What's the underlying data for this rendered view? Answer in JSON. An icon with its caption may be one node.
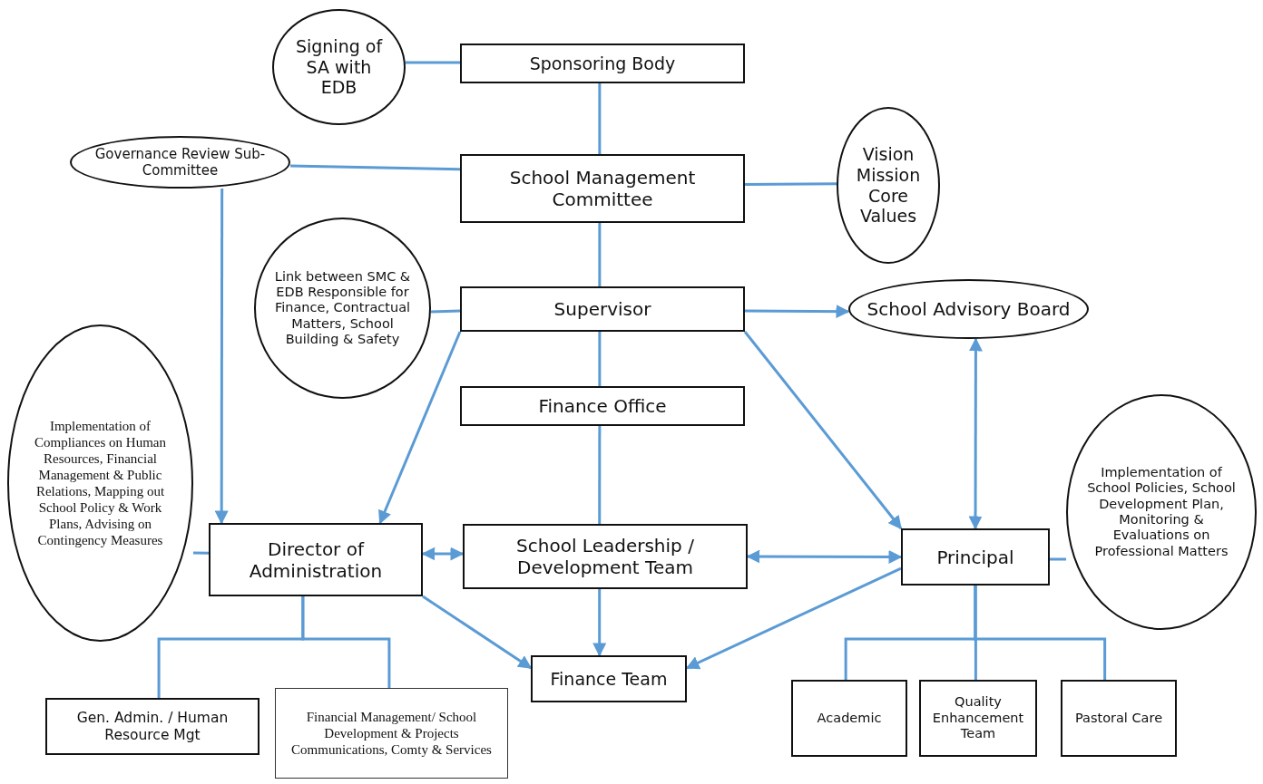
{
  "diagram": {
    "nodes": [
      {
        "text": [
          "Signing of SA with EDB"
        ]
      },
      {
        "text": [
          "Sponsoring Body"
        ]
      },
      {
        "text": [
          "Governance Review Sub-Committee"
        ]
      },
      {
        "text": [
          "School Management Committee"
        ]
      },
      {
        "text": [
          "Vision Mission Core Values"
        ]
      },
      {
        "text": [
          "Link between SMC & EDB Responsible for Finance, Contractual Matters, School Building & Safety"
        ]
      },
      {
        "text": [
          "Supervisor"
        ]
      },
      {
        "text": [
          "School Advisory Board"
        ]
      },
      {
        "text": [
          "Implementation of Compliances on Human Resources, Financial Management & Public Relations, Mapping out School Policy & Work Plans, Advising on Contingency Measures"
        ]
      },
      {
        "text": [
          "Finance Office"
        ]
      },
      {
        "text": [
          "Implementation of School Policies, School Development Plan, Monitoring & Evaluations on Professional Matters"
        ]
      },
      {
        "text": [
          "Director of Administration"
        ]
      },
      {
        "text": [
          "School Leadership / Development Team"
        ]
      },
      {
        "text": [
          "Principal"
        ]
      },
      {
        "text": [
          "Finance Team"
        ]
      },
      {
        "text": [
          "Gen. Admin. / Human Resource Mgt"
        ]
      },
      {
        "text": [
          "Financial Management/ School Development & Projects Communications, Comty & Services"
        ]
      },
      {
        "text": [
          "Academic"
        ]
      },
      {
        "text": [
          "Quality Enhancement Team"
        ]
      },
      {
        "text": [
          "Pastoral Care"
        ]
      }
    ],
    "edges": [
      {
        "from": 0,
        "to": 1,
        "arrow": "none"
      },
      {
        "from": 1,
        "to": 3,
        "arrow": "none"
      },
      {
        "from": 2,
        "to": 3,
        "arrow": "none"
      },
      {
        "from": 3,
        "to": 4,
        "arrow": "none"
      },
      {
        "from": 3,
        "to": 6,
        "arrow": "none"
      },
      {
        "from": 5,
        "to": 6,
        "arrow": "none"
      },
      {
        "from": 6,
        "to": 7,
        "arrow": "to"
      },
      {
        "from": 6,
        "to": 9,
        "arrow": "none"
      },
      {
        "from": 9,
        "to": 12,
        "arrow": "none"
      },
      {
        "from": 6,
        "to": 11,
        "arrow": "to"
      },
      {
        "from": 6,
        "to": 13,
        "arrow": "to"
      },
      {
        "from": 2,
        "to": 11,
        "arrow": "to"
      },
      {
        "from": 8,
        "to": 11,
        "arrow": "none"
      },
      {
        "from": 11,
        "to": 12,
        "arrow": "both"
      },
      {
        "from": 12,
        "to": 13,
        "arrow": "both"
      },
      {
        "from": 7,
        "to": 13,
        "arrow": "both"
      },
      {
        "from": 13,
        "to": 10,
        "arrow": "none"
      },
      {
        "from": 11,
        "to": 14,
        "arrow": "to"
      },
      {
        "from": 12,
        "to": 14,
        "arrow": "to"
      },
      {
        "from": 13,
        "to": 14,
        "arrow": "to"
      },
      {
        "from": 11,
        "to": 15,
        "arrow": "none"
      },
      {
        "from": 11,
        "to": 16,
        "arrow": "none"
      },
      {
        "from": 13,
        "to": 17,
        "arrow": "none"
      },
      {
        "from": 13,
        "to": 18,
        "arrow": "none"
      },
      {
        "from": 13,
        "to": 19,
        "arrow": "none"
      }
    ]
  }
}
